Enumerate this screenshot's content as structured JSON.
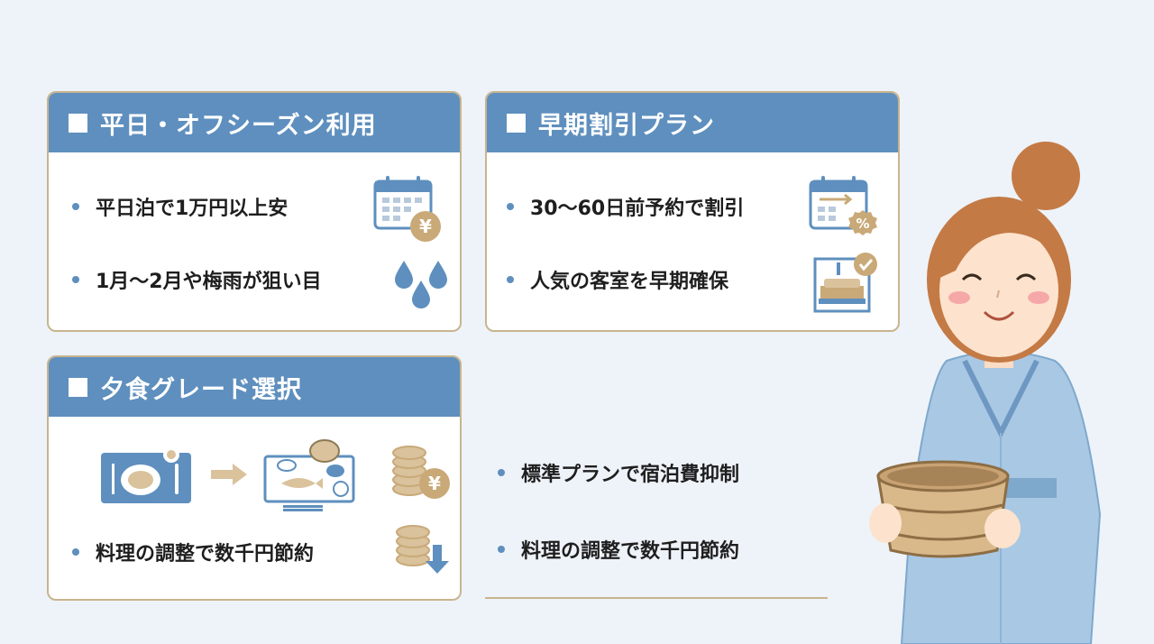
{
  "cards": {
    "weekday": {
      "title": "平日・オフシーズン利用",
      "items": [
        "平日泊で1万円以上安",
        "1月〜2月や梅雨が狙い目"
      ]
    },
    "early": {
      "title": "早期割引プラン",
      "items": [
        "30〜60日前予約で割引",
        "人気の客室を早期確保"
      ]
    },
    "dinner": {
      "title": "夕食グレード選択",
      "items": [
        "料理の調整で数千円節約"
      ]
    }
  },
  "standalone": {
    "items": [
      "標準プランで宿泊費抑制",
      "料理の調整で数千円節約"
    ]
  },
  "icons": {
    "yen_symbol": "¥",
    "percent_symbol": "%"
  },
  "colors": {
    "header": "#5e8fbe",
    "border": "#c8b48e",
    "background": "#eef3f9",
    "gold": "#c9a978"
  }
}
